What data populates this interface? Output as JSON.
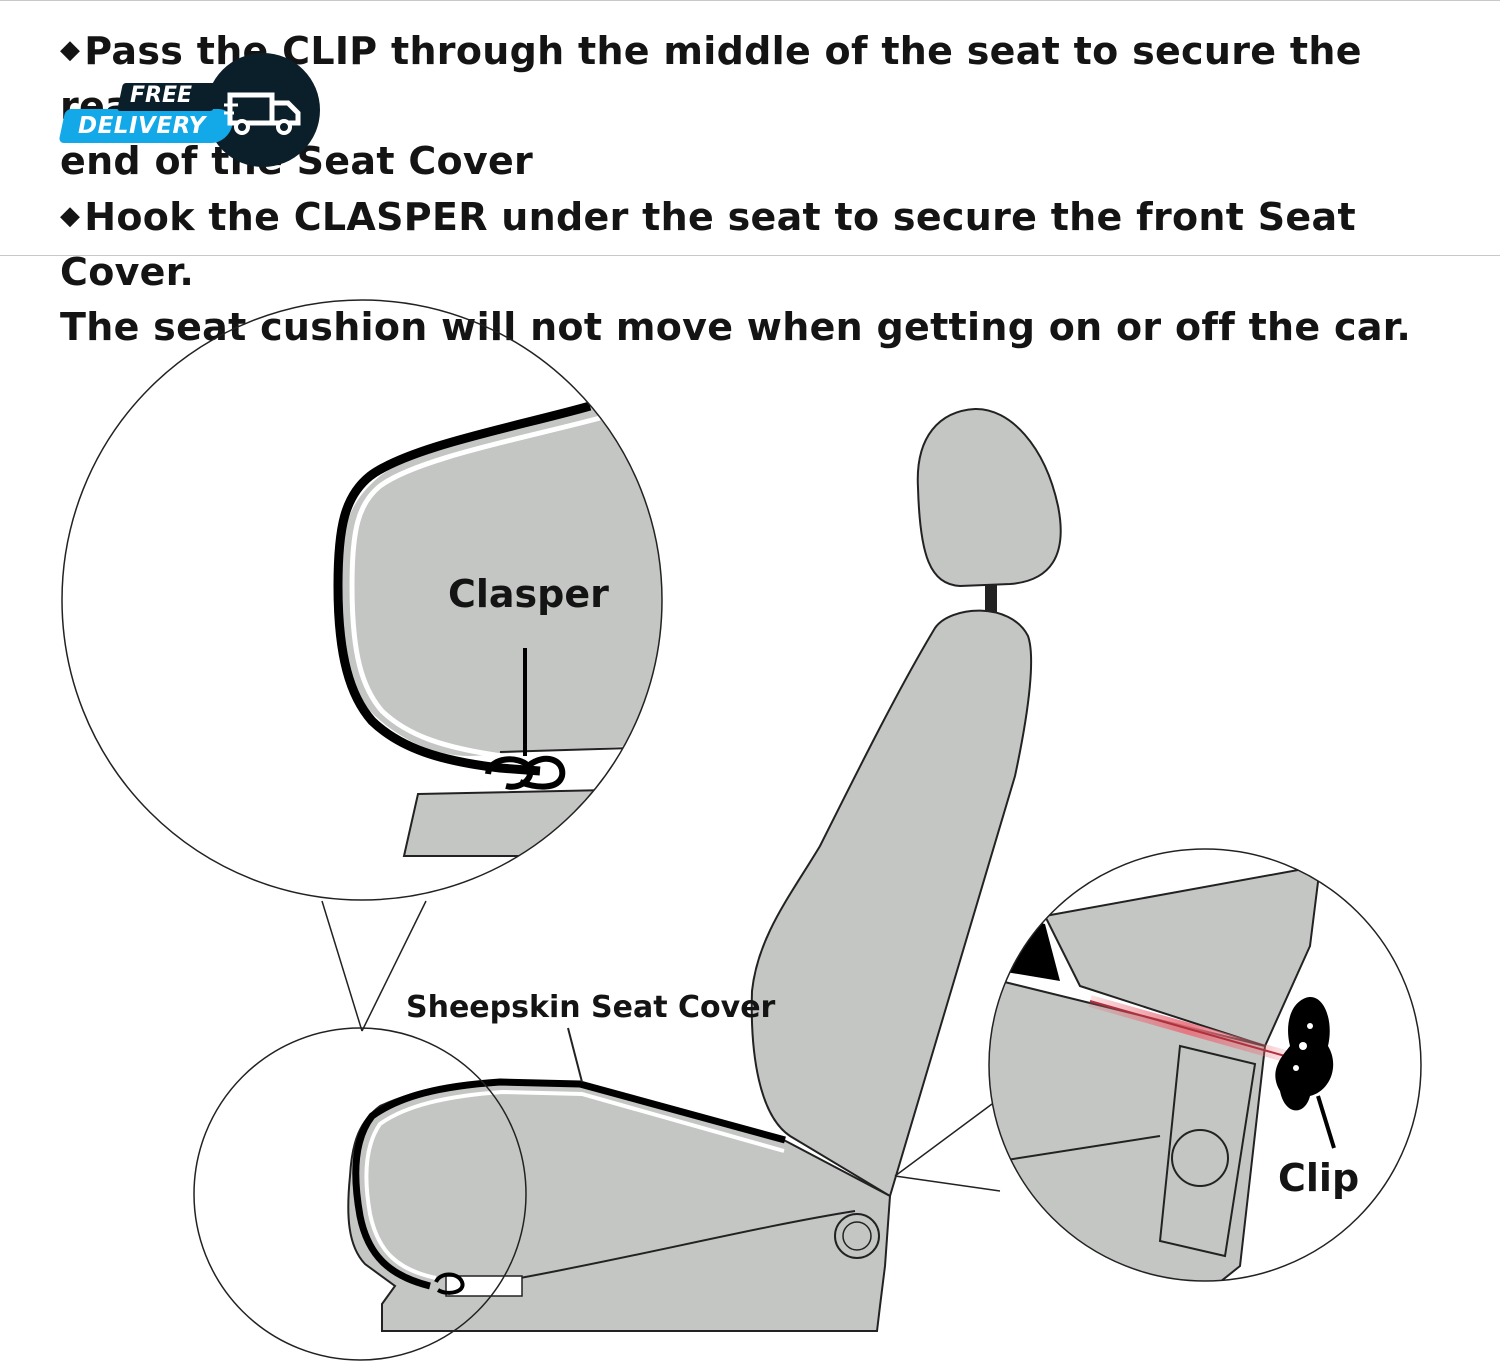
{
  "instructions": {
    "line1": "Pass the CLIP through the middle of the seat to secure the rear",
    "line2": "end of the Seat Cover",
    "line3": "Hook the CLASPER under the seat to secure the front Seat Cover.",
    "line4": "The seat cushion will not move when getting on or off the car."
  },
  "badge": {
    "free": "FREE",
    "delivery": "DELIVERY",
    "icon": "truck-icon",
    "colors": {
      "pill": "#13a9e8",
      "dark": "#0b1f2b"
    }
  },
  "diagram": {
    "labels": {
      "clasper": "Clasper",
      "seat_cover": "Sheepskin Seat Cover",
      "clip": "Clip"
    },
    "colors": {
      "seat_fill": "#c3c6c3",
      "outline": "#000000",
      "clip_highlight": "#e8707c"
    }
  }
}
